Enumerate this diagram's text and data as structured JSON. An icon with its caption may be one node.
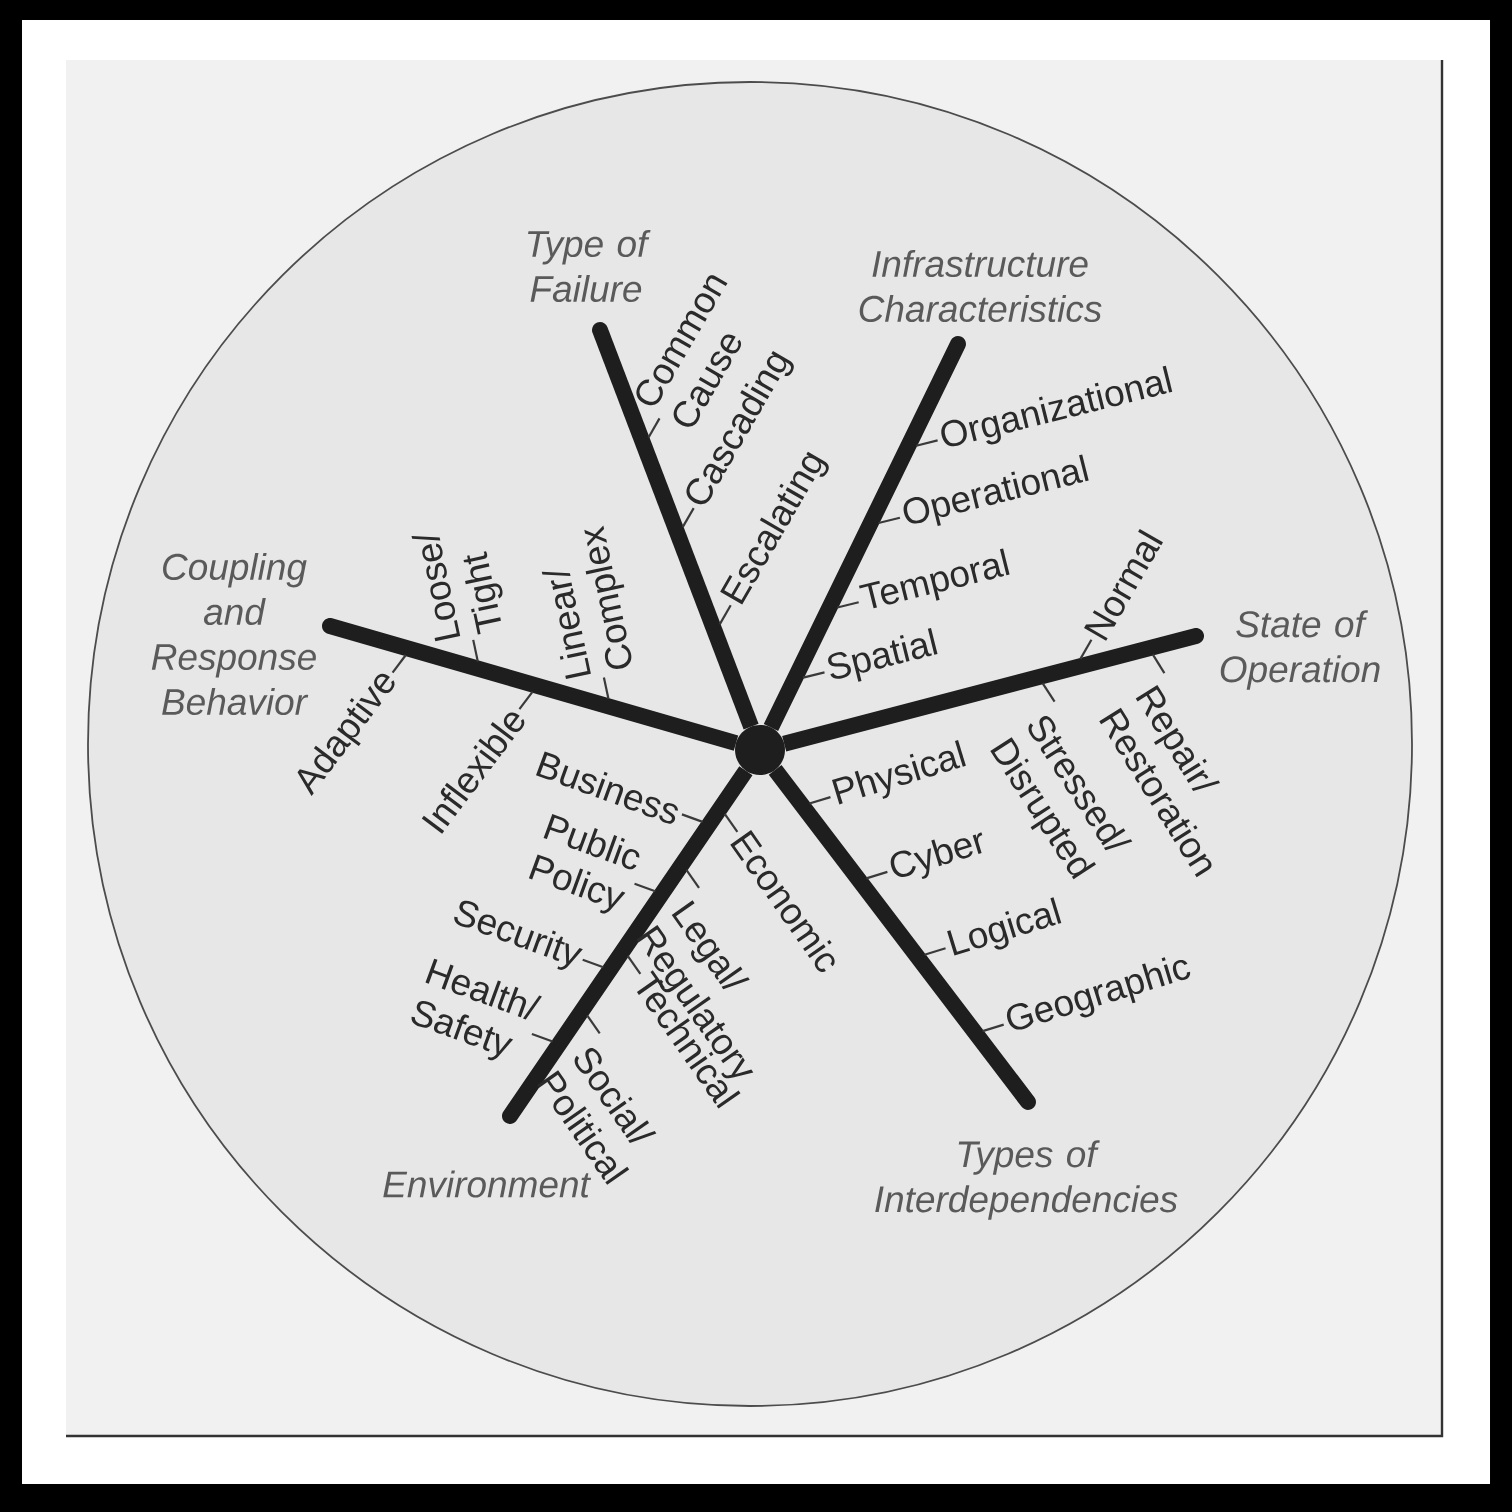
{
  "diagram": {
    "labels": [
      "Type of Failure",
      "Common Cause",
      "Cascading",
      "Escalating",
      "Infrastructure Characteristics",
      "Organizational",
      "Operational",
      "Temporal",
      "Spatial",
      "State of Operation",
      "Normal",
      "Stressed/ Disrupted",
      "Repair/ Restoration",
      "Types of Interdependencies",
      "Physical",
      "Cyber",
      "Logical",
      "Geographic",
      "Environment",
      "Business",
      "Public Policy",
      "Security",
      "Health/ Safety",
      "Economic",
      "Legal/ Regulatory",
      "Technical",
      "Social/ Political",
      "Coupling and Response Behavior",
      "Loose/ Tight",
      "Linear/ Complex",
      "Adaptive",
      "Inflexible"
    ]
  }
}
